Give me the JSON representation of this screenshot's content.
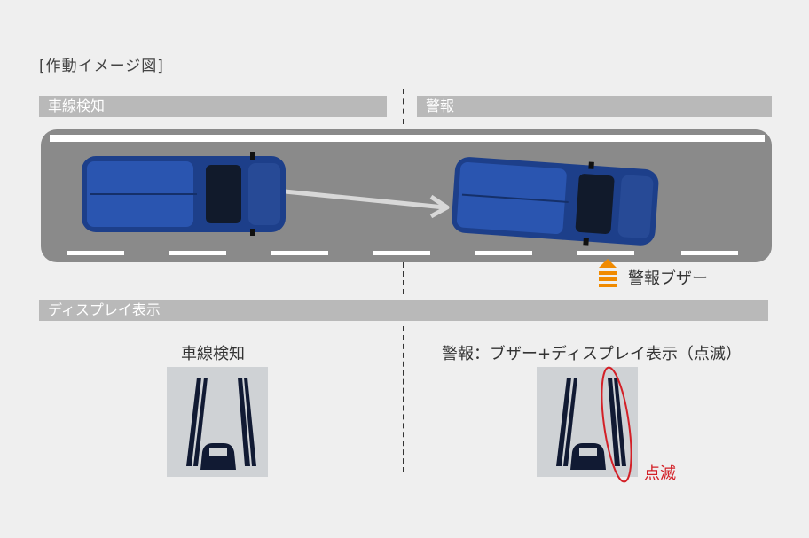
{
  "page_title": "[作動イメージ図]",
  "sections": {
    "detect_label": "車線検知",
    "warn_label": "警報",
    "display_label": "ディスプレイ表示"
  },
  "buzzer_label": "警報ブザー",
  "panels": {
    "left_caption": "車線検知",
    "right_caption": "警報：ブザー+ディスプレイ表示（点滅）",
    "blink_label": "点滅"
  },
  "colors": {
    "car_body": "#1d3f8a",
    "road": "#8a8a8a",
    "header_bar": "#b9b9b9",
    "buzzer": "#f08a00",
    "highlight": "#d32027"
  }
}
